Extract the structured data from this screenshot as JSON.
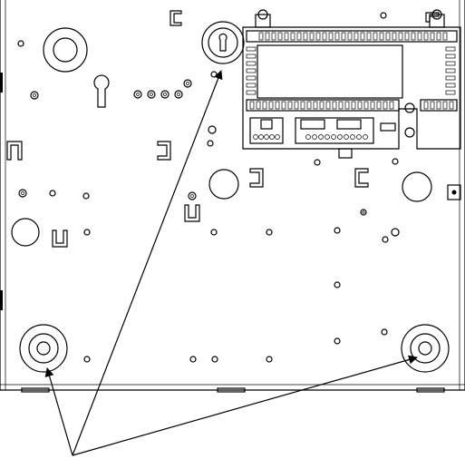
{
  "figure": {
    "background_color": "#ffffff",
    "line_color": "#000000",
    "panel_fill": "#ffffff",
    "arrow_color": "#000000"
  },
  "callout": {
    "arrow_count": 3,
    "targets": [
      "top-keyhole-mounting-hole",
      "bottom-left-mounting-hole",
      "bottom-right-mounting-hole"
    ]
  }
}
